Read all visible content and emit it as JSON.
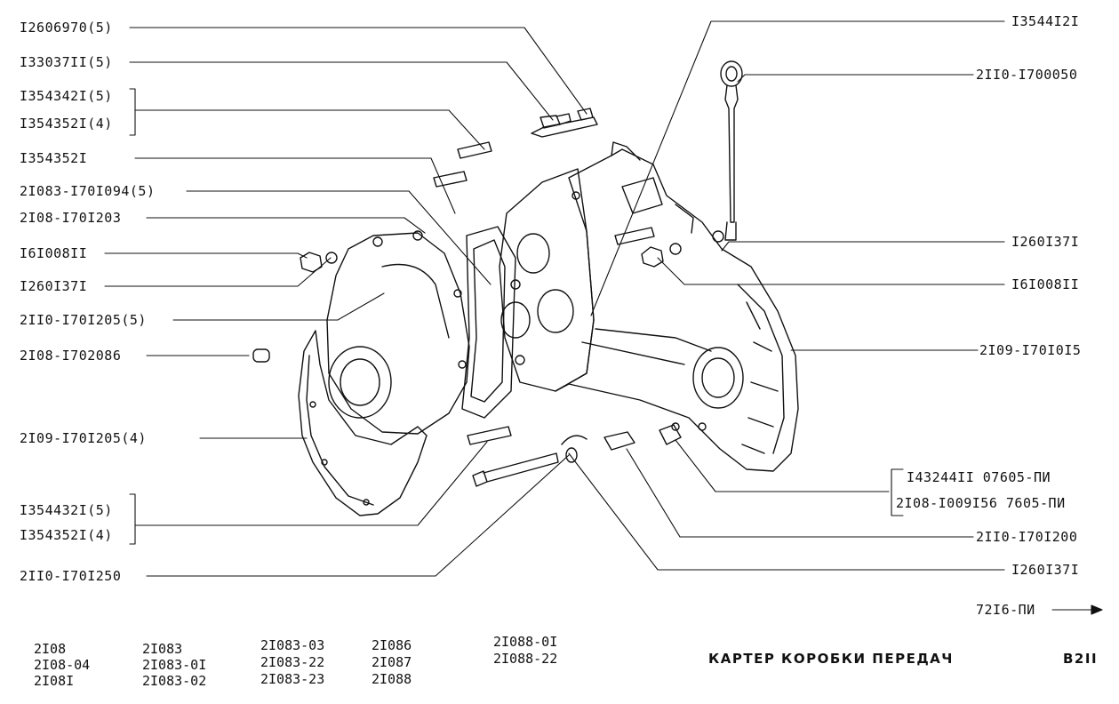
{
  "labels_left": [
    {
      "id": "l1",
      "text": "I2606970(5)"
    },
    {
      "id": "l2",
      "text": "I33037II(5)"
    },
    {
      "id": "l3a",
      "text": "I354342I(5)"
    },
    {
      "id": "l3b",
      "text": "I354352I(4)"
    },
    {
      "id": "l4",
      "text": "I354352I"
    },
    {
      "id": "l5",
      "text": "2I083-I70I094(5)"
    },
    {
      "id": "l6",
      "text": "2I08-I70I203"
    },
    {
      "id": "l7",
      "text": "I6I008II"
    },
    {
      "id": "l8",
      "text": "I260I37I"
    },
    {
      "id": "l9",
      "text": "2II0-I70I205(5)"
    },
    {
      "id": "l10",
      "text": "2I08-I702086"
    },
    {
      "id": "l11",
      "text": "2I09-I70I205(4)"
    },
    {
      "id": "l12a",
      "text": "I354432I(5)"
    },
    {
      "id": "l12b",
      "text": "I354352I(4)"
    },
    {
      "id": "l13",
      "text": "2II0-I70I250"
    }
  ],
  "labels_right": [
    {
      "id": "r1",
      "text": "I3544I2I"
    },
    {
      "id": "r2",
      "text": "2II0-I700050"
    },
    {
      "id": "r3",
      "text": "I260I37I"
    },
    {
      "id": "r4",
      "text": "I6I008II"
    },
    {
      "id": "r5",
      "text": "2I09-I70I0I5"
    },
    {
      "id": "r6a",
      "text": "I43244II 07605-ПИ"
    },
    {
      "id": "r6b",
      "text": "2I08-I009I56 7605-ПИ"
    },
    {
      "id": "r7",
      "text": "2II0-I70I200"
    },
    {
      "id": "r8",
      "text": "I260I37I"
    }
  ],
  "continuation": "72I6-ПИ",
  "footer": {
    "models": [
      [
        "2I08",
        "2I08-04",
        "2I08I"
      ],
      [
        "2I083",
        "2I083-0I",
        "2I083-02"
      ],
      [
        "2I083-03",
        "2I083-22",
        "2I083-23"
      ],
      [
        "2I086",
        "2I087",
        "2I088"
      ],
      [
        "2I088-0I",
        "2I088-22"
      ]
    ],
    "title": "КАРТЕР КОРОБКИ ПЕРЕДАЧ",
    "code": "B2II"
  }
}
